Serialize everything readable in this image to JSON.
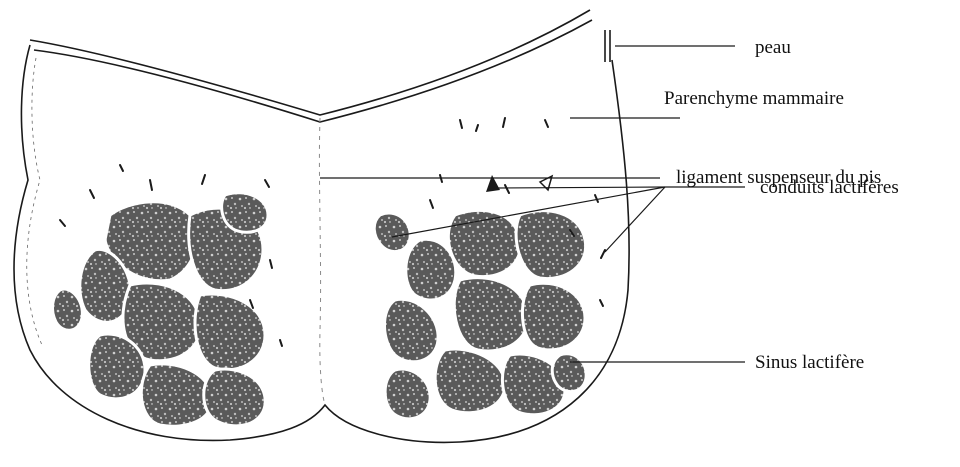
{
  "labels": {
    "peau": "peau",
    "parenchyme": "Parenchyme mammaire",
    "ligament": "ligament suspenseur du pis",
    "conduits": "conduits lactifères",
    "sinus": "Sinus lactifère"
  },
  "colors": {
    "ink": "#1a1a1a",
    "cavity": "#3a3a3a",
    "paper": "#ffffff"
  }
}
